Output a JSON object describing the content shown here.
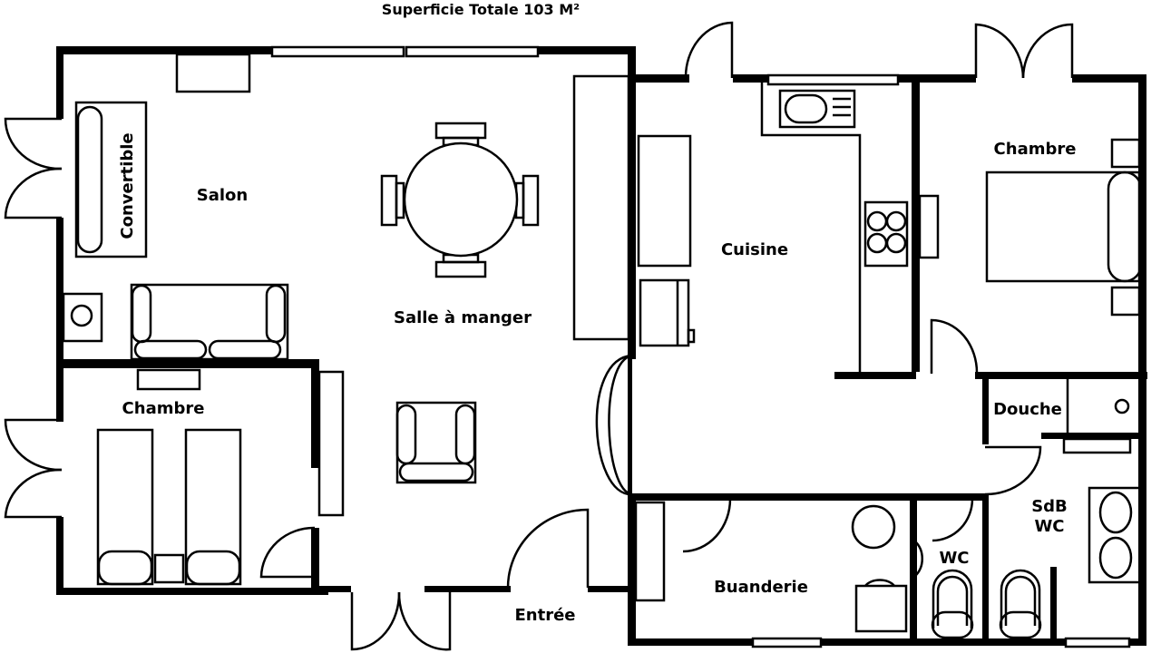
{
  "title": "Superficie Totale 103 M²",
  "colors": {
    "line": "#000000",
    "background": "#ffffff"
  },
  "rooms": {
    "salon": "Salon",
    "convertible": "Convertible",
    "salle_a_manger": "Salle à manger",
    "chambre_1": "Chambre",
    "chambre_2": "Chambre",
    "cuisine": "Cuisine",
    "douche": "Douche",
    "sdb_line1": "SdB",
    "sdb_line2": "WC",
    "wc": "WC",
    "buanderie": "Buanderie",
    "entree": "Entrée"
  }
}
